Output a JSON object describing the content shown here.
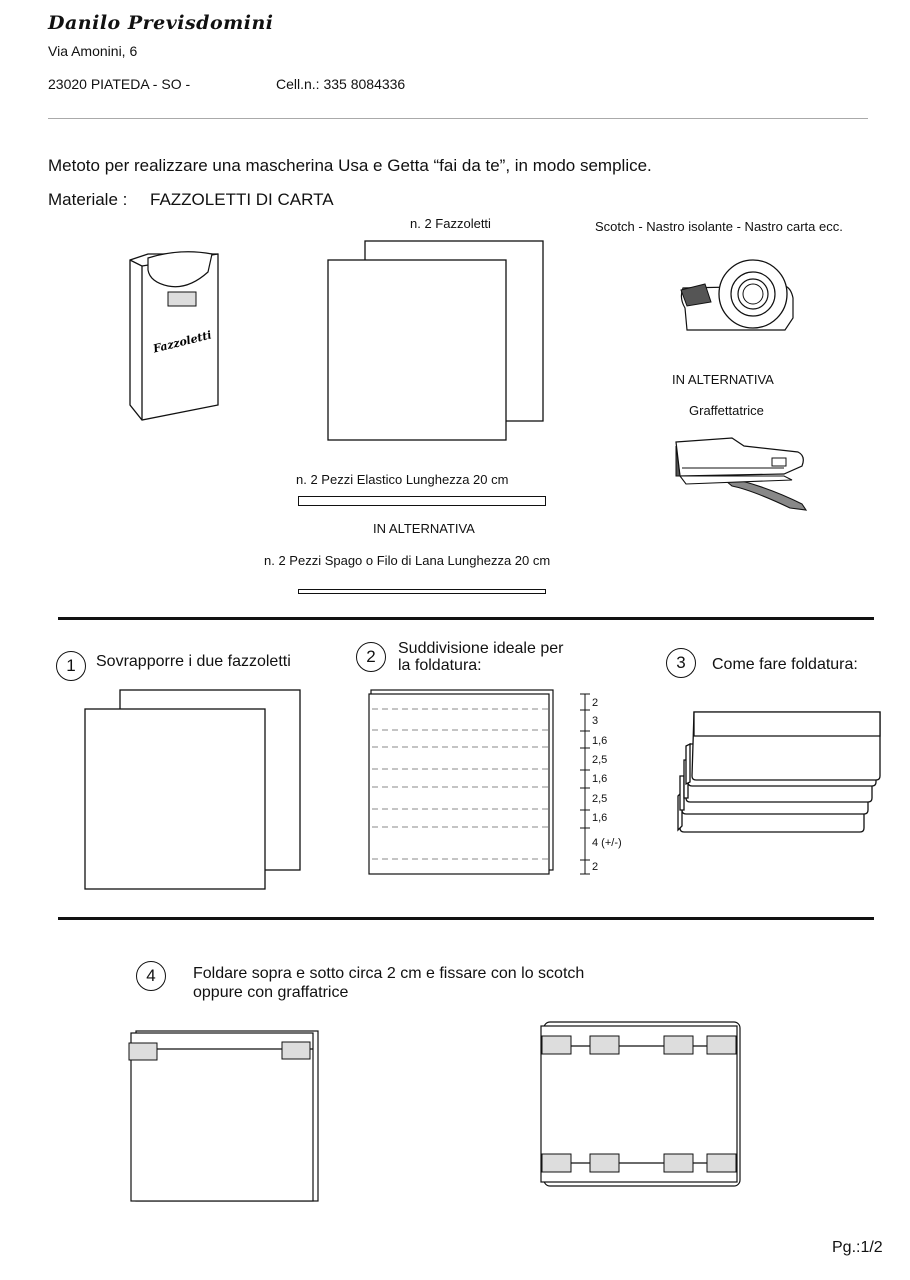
{
  "header": {
    "name": "Danilo Previsdomini",
    "address": "Via Amonini, 6",
    "city": "23020  PIATEDA  - SO -",
    "phone": "Cell.n.: 335 8084336"
  },
  "intro": {
    "title": "Metoto per realizzare una mascherina Usa e Getta  “fai da te”, in modo semplice.",
    "materials_label": "Materiale :",
    "materials_value": "FAZZOLETTI DI CARTA"
  },
  "materials": {
    "box_label": "Fazzoletti",
    "tissues_label": "n. 2 Fazzoletti",
    "tape_label": "Scotch - Nastro isolante - Nastro carta ecc.",
    "alt_label_1": "IN ALTERNATIVA",
    "stapler_label": "Graffettatrice",
    "elastic_label": "n. 2 Pezzi Elastico Lunghezza 20 cm",
    "alt_label_2": "IN ALTERNATIVA",
    "string_label": "n. 2 Pezzi Spago o Filo di Lana Lunghezza 20 cm"
  },
  "steps": [
    {
      "number": "1",
      "text": "Sovrapporre i due fazzoletti"
    },
    {
      "number": "2",
      "text_line1": "Suddivisione ideale per",
      "text_line2": "la foldatura:"
    },
    {
      "number": "3",
      "text": "Come fare foldatura:"
    },
    {
      "number": "4",
      "text_line1": "Foldare sopra e sotto circa 2 cm e fissare con lo scotch",
      "text_line2": "oppure con graffatrice"
    }
  ],
  "fold_measures": [
    "2",
    "3",
    "1,6",
    "2,5",
    "1,6",
    "2,5",
    "1,6",
    "4 (+/-)",
    "2"
  ],
  "footer": {
    "page": "Pg.:1/2"
  },
  "colors": {
    "ink": "#111111",
    "tape_fill": "#dddddd",
    "rule": "#aaaaaa"
  }
}
